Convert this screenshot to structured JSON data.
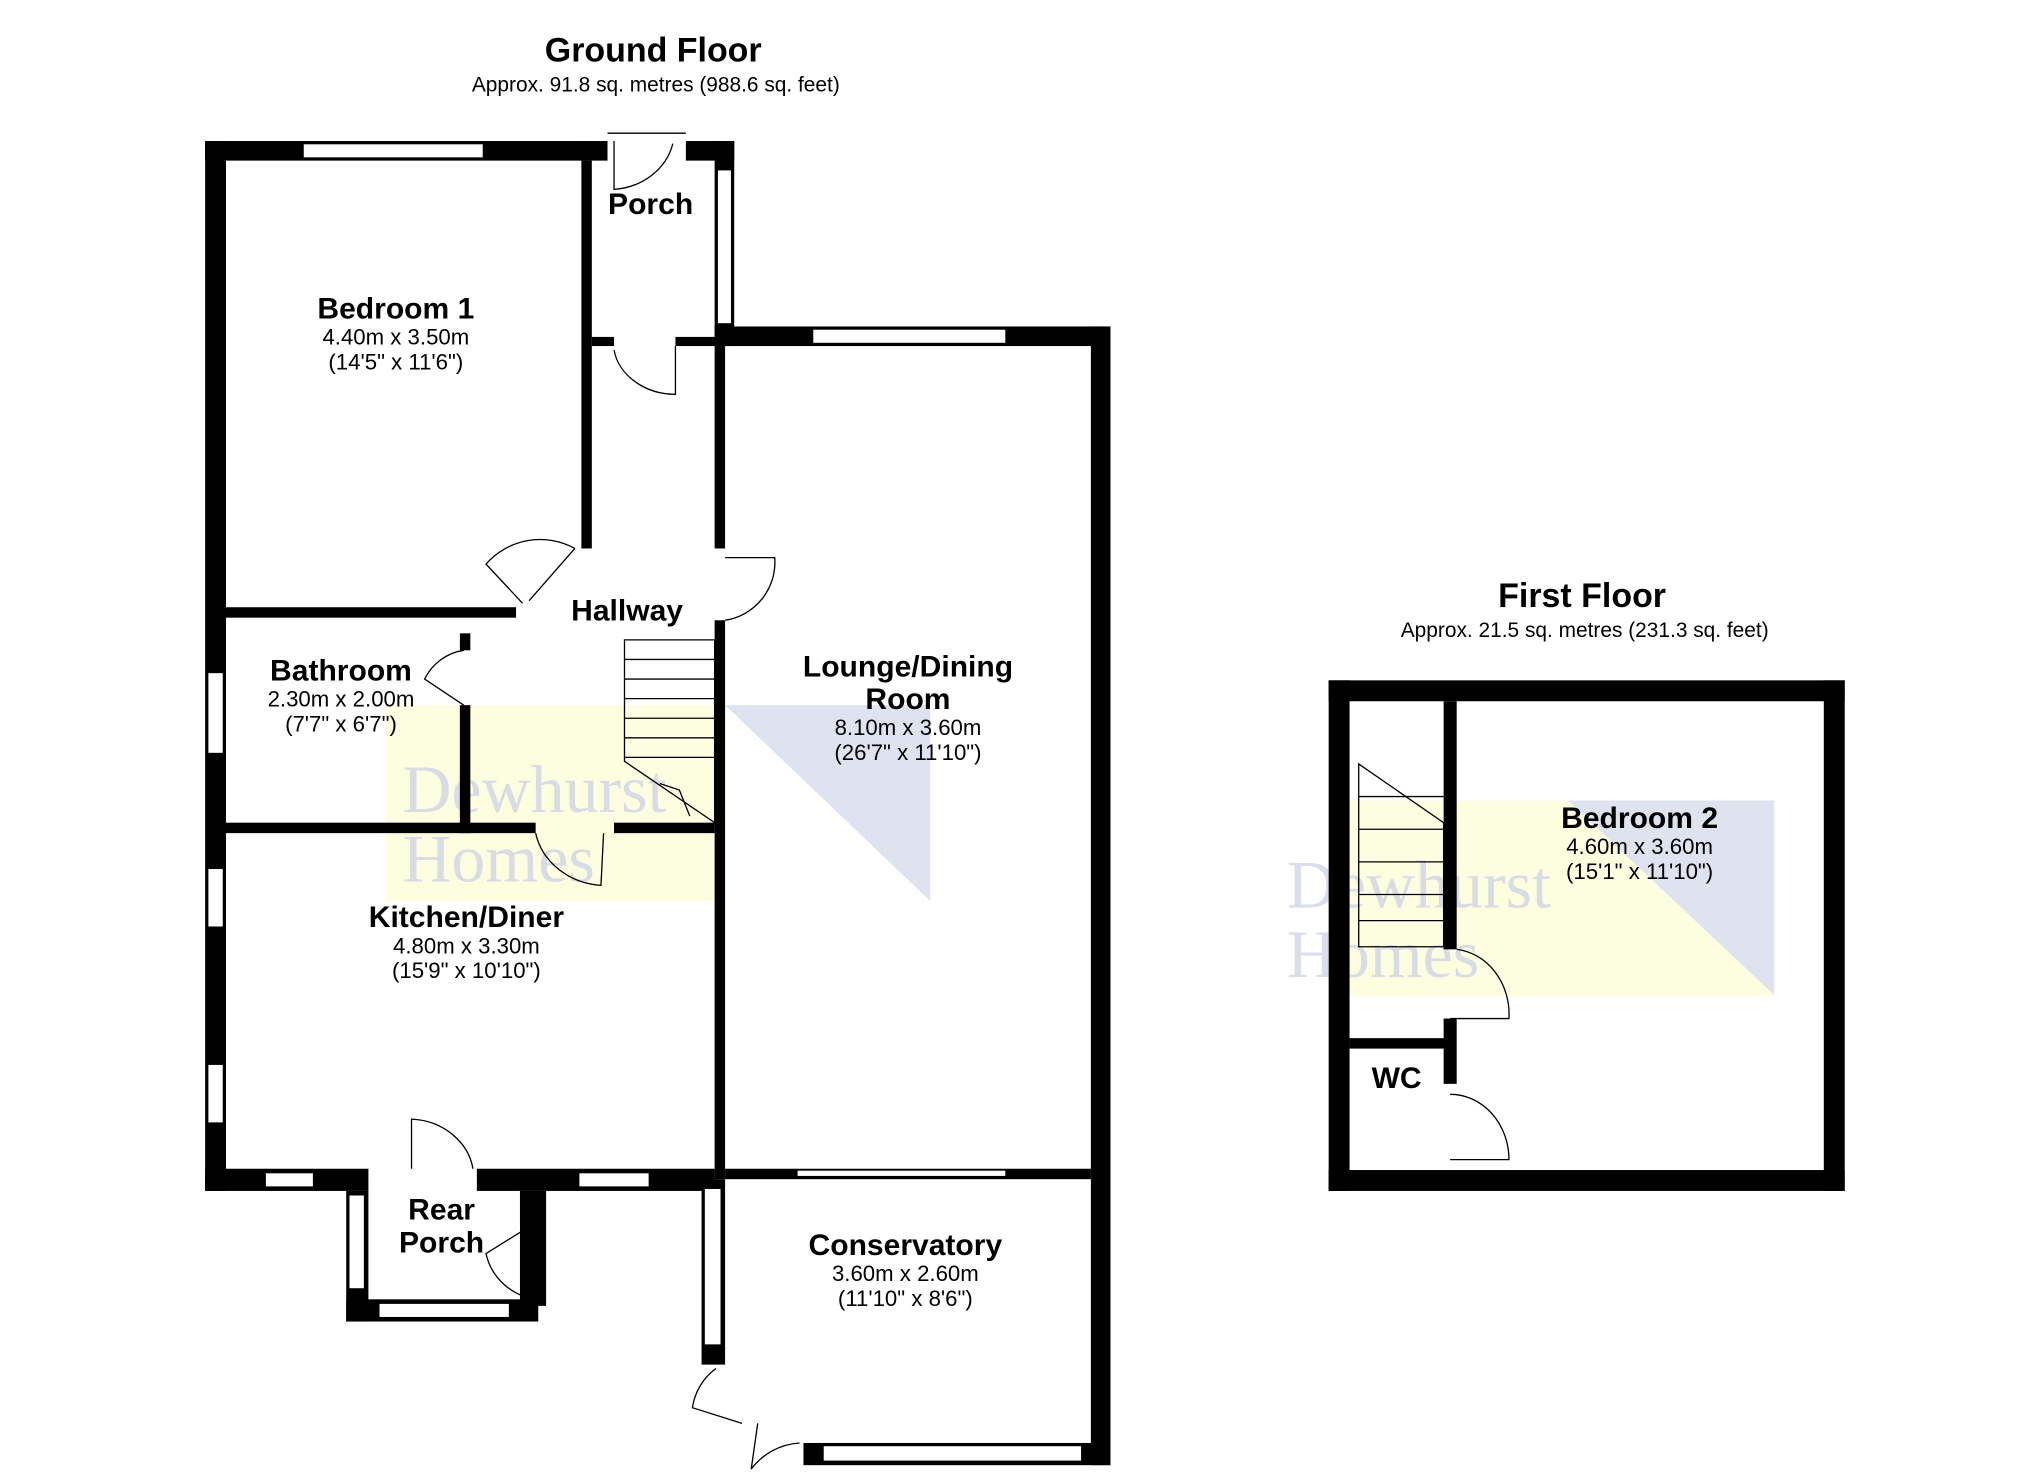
{
  "ground_floor": {
    "title": "Ground Floor",
    "area": "Approx. 91.8 sq. metres (988.6 sq. feet)",
    "rooms": [
      {
        "name": "Bedroom 1",
        "metric": "4.40m x 3.50m",
        "imperial": "(14'5\" x 11'6\")"
      },
      {
        "name": "Porch"
      },
      {
        "name": "Hallway"
      },
      {
        "name": "Bathroom",
        "metric": "2.30m x 2.00m",
        "imperial": "(7'7\" x 6'7\")"
      },
      {
        "name_line1": "Lounge/Dining",
        "name_line2": "Room",
        "metric": "8.10m x 3.60m",
        "imperial": "(26'7\" x 11'10\")"
      },
      {
        "name": "Kitchen/Diner",
        "metric": "4.80m x 3.30m",
        "imperial": "(15'9\" x 10'10\")"
      },
      {
        "name_line1": "Rear",
        "name_line2": "Porch"
      },
      {
        "name": "Conservatory",
        "metric": "3.60m x 2.60m",
        "imperial": "(11'10\" x 8'6\")"
      }
    ]
  },
  "first_floor": {
    "title": "First Floor",
    "area": "Approx. 21.5 sq. metres (231.3 sq. feet)",
    "rooms": [
      {
        "name": "Bedroom 2",
        "metric": "4.60m x 3.60m",
        "imperial": "(15'1\" x 11'10\")"
      },
      {
        "name": "WC"
      }
    ]
  },
  "watermark": {
    "line1": "Dewhurst",
    "line2": "Homes"
  },
  "colors": {
    "wall": "#000000",
    "watermark_yellow": "#fdfde0",
    "watermark_blue": "#dfe3f0"
  }
}
